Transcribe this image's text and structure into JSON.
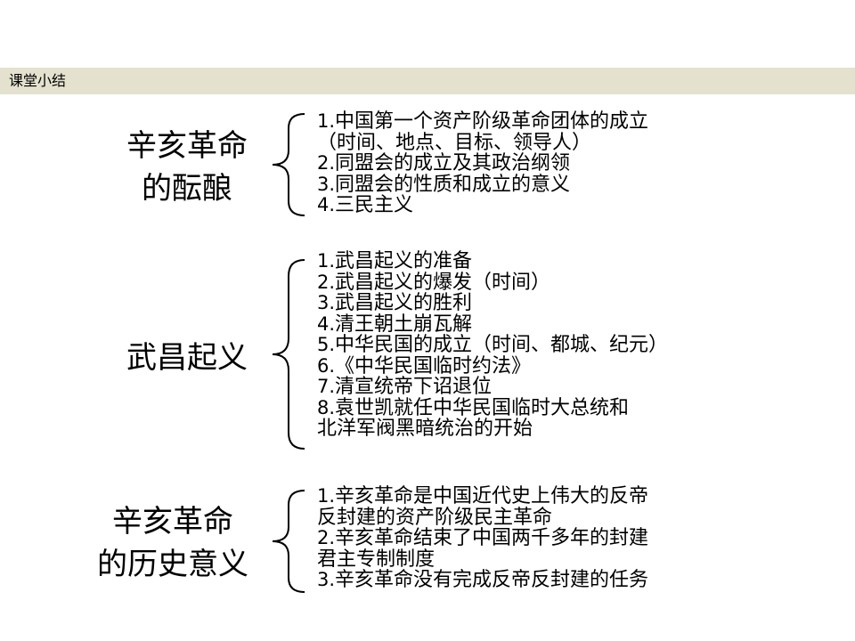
{
  "header": {
    "title": "课堂小结"
  },
  "sections": [
    {
      "title_lines": [
        "辛亥革命",
        "的酝酿"
      ],
      "items": [
        {
          "num": "1.",
          "text": "中国第一个资产阶级革命团体的成立",
          "cont": "（时间、地点、目标、领导人）"
        },
        {
          "num": "2.",
          "text": "同盟会的成立及其政治纲领"
        },
        {
          "num": "3.",
          "text": "同盟会的性质和成立的意义"
        },
        {
          "num": "4.",
          "text": "三民主义"
        }
      ]
    },
    {
      "title_lines": [
        "武昌起义"
      ],
      "items": [
        {
          "num": "1.",
          "text": "武昌起义的准备"
        },
        {
          "num": "2.",
          "text": "武昌起义的爆发（时间）"
        },
        {
          "num": "3.",
          "text": "武昌起义的胜利"
        },
        {
          "num": "4.",
          "text": "清王朝土崩瓦解"
        },
        {
          "num": "5.",
          "text": "中华民国的成立（时间、都城、纪元）"
        },
        {
          "num": "6.",
          "text": "《中华民国临时约法》"
        },
        {
          "num": "7.",
          "text": "清宣统帝下诏退位"
        },
        {
          "num": "8.",
          "text": "袁世凯就任中华民国临时大总统和",
          "cont": "北洋军阀黑暗统治的开始"
        }
      ]
    },
    {
      "title_lines": [
        "辛亥革命",
        "的历史意义"
      ],
      "items": [
        {
          "num": "1.",
          "text": "辛亥革命是中国近代史上伟大的反帝",
          "cont": "反封建的资产阶级民主革命"
        },
        {
          "num": "2.",
          "text": "辛亥革命结束了中国两千多年的封建",
          "cont": "君主专制制度"
        },
        {
          "num": "3.",
          "text": "辛亥革命没有完成反帝反封建的任务"
        }
      ]
    }
  ]
}
